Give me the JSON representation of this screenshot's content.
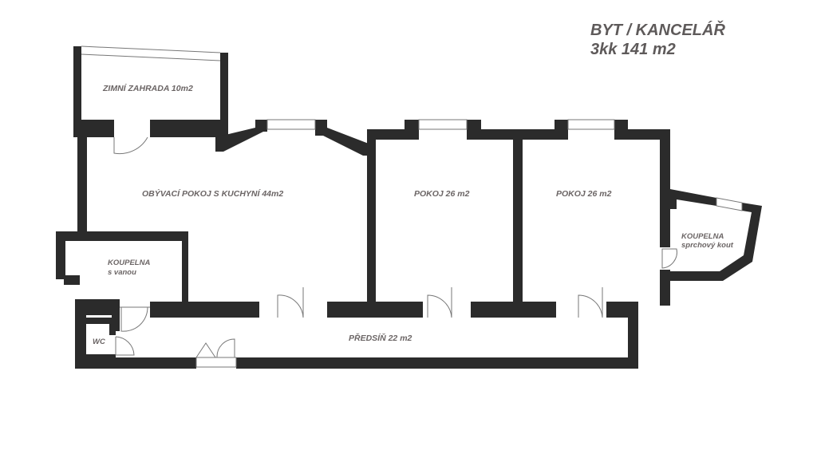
{
  "header": {
    "title": "BYT / KANCELÁŘ",
    "subtitle": "3kk 141 m2"
  },
  "rooms": [
    {
      "name": "ZIMNÍ ZAHRADA  10m2"
    },
    {
      "name": "OBÝVACÍ POKOJ S KUCHYNÍ  44m2"
    },
    {
      "name": "POKOJ 26 m2"
    },
    {
      "name": "POKOJ   26 m2"
    },
    {
      "name": "KOUPELNA",
      "detail": "sprchový kout"
    },
    {
      "name": "KOUPELNA",
      "detail": "s vanou"
    },
    {
      "name": "WC"
    },
    {
      "name": "PŘEDSÍŇ 22 m2"
    }
  ],
  "colors": {
    "wall": "#2b2b2b",
    "text": "#6b6565"
  }
}
